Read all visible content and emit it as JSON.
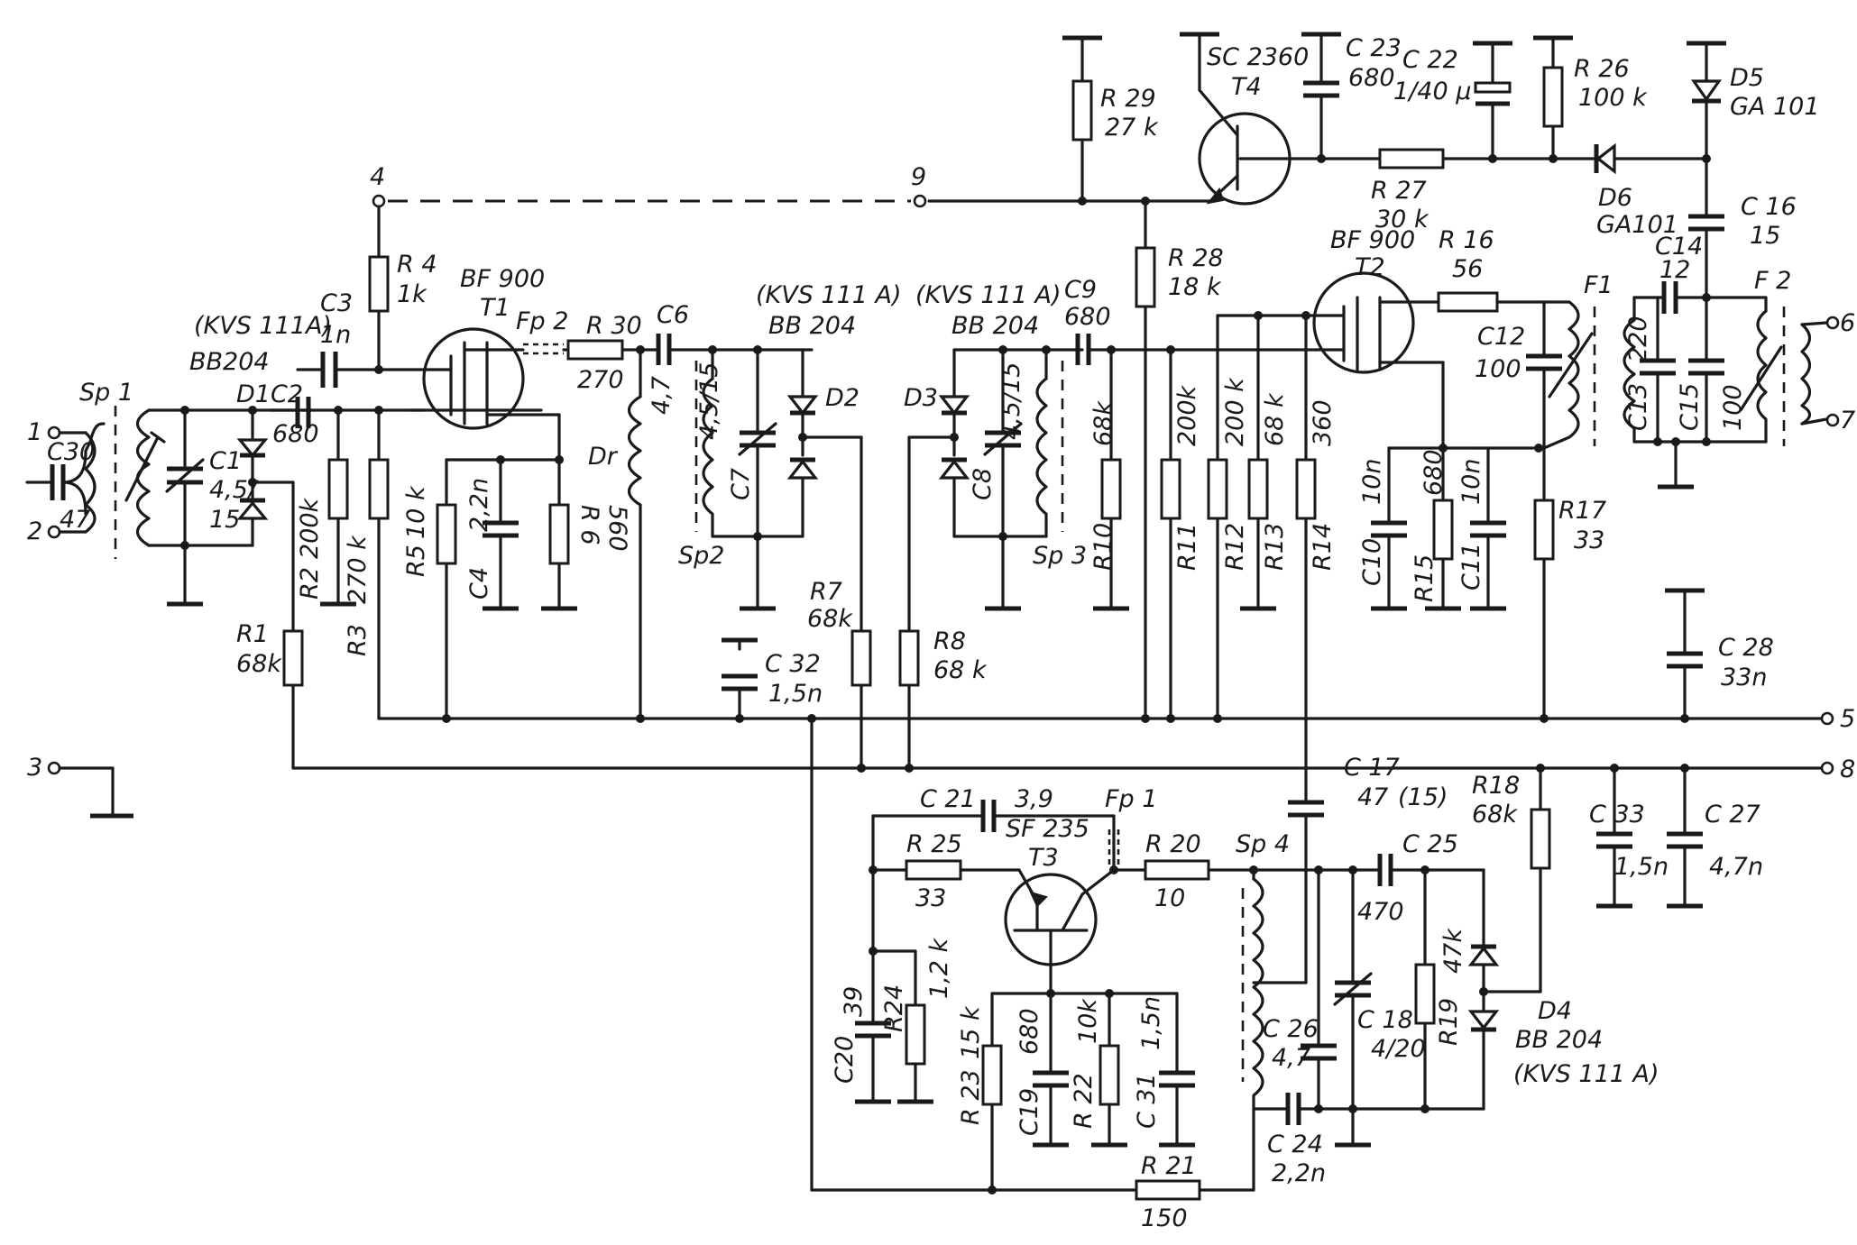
{
  "terminals": {
    "t1": "1",
    "t2": "2",
    "t3": "3",
    "t4": "4",
    "t5": "5",
    "t6": "6",
    "t7": "7",
    "t8": "8",
    "t9": "9"
  },
  "components": {
    "sp1": "Sp 1",
    "c30": "C30",
    "c30_val": "47",
    "c1": "C1",
    "c1_val": "4,5/",
    "c1_val2": "15",
    "kvs_d1": "(KVS 111A)",
    "bb204_d1": "BB204",
    "d1c2": "D1C2",
    "c2_val": "680",
    "c3": "C3",
    "c3_val": "1n",
    "r4": "R 4",
    "r4_val": "1k",
    "r1": "R1",
    "r1_val": "68k",
    "r2": "R2",
    "r2_val": "200k",
    "r3": "R3",
    "r3_val": "270 k",
    "r5": "R5",
    "r5_val": "10 k",
    "c4": "C4",
    "c4_val": "2,2n",
    "r6": "R 6",
    "r6_val": "560",
    "t1": "T1",
    "bf900_t1": "BF 900",
    "fp2": "Fp 2",
    "r30": "R 30",
    "r30_val": "270",
    "c6": "C6",
    "c6_val": "4,7",
    "dr": "Dr",
    "kvs_d2": "(KVS 111 A)",
    "bb204_d2": "BB 204",
    "d2": "D2",
    "c7": "C7",
    "c7_val": "4,5/15",
    "sp2": "Sp2",
    "c32": "C 32",
    "c32_val": "1,5n",
    "r7": "R7",
    "r7_val": "68k",
    "r8": "R8",
    "r8_val": "68 k",
    "kvs_d3": "(KVS 111 A)",
    "bb204_d3": "BB 204",
    "d3": "D3",
    "c8": "C8",
    "c8_val": "4,5/15",
    "sp3": "Sp 3",
    "c9": "C9",
    "c9_val": "680",
    "r10": "R10",
    "r10_val": "68k",
    "r29": "R 29",
    "r29_val": "27 k",
    "t4": "T4",
    "sc2360": "SC 2360",
    "c23": "C 23",
    "c23_val": "680",
    "c22": "C 22",
    "c22_val": "1/40 µ",
    "r26": "R 26",
    "r26_val": "100 k",
    "d5": "D5",
    "d5_val": "GA 101",
    "r27": "R 27",
    "r27_val": "30 k",
    "d6": "D6",
    "d6_val": "GA101",
    "c16": "C 16",
    "c16_val": "15",
    "r28": "R 28",
    "r28_val": "18 k",
    "t2": "T2",
    "bf900_t2": "BF 900",
    "r16": "R 16",
    "r16_val": "56",
    "c14": "C14",
    "c14_val": "12",
    "f1": "F1",
    "f2": "F 2",
    "c12": "C12",
    "c12_val": "100",
    "c13": "C13",
    "c13_val": "220",
    "c15": "C15",
    "c15_val": "100",
    "r11": "R11",
    "r11_val": "200k",
    "r12": "R12",
    "r12_val": "200 k",
    "r13": "R13",
    "r13_val": "68 k",
    "r14": "R14",
    "r14_val": "360",
    "c10": "C10",
    "c10_val": "10n",
    "r15": "R15",
    "r15_val": "680",
    "c11": "C11",
    "c11_val": "10n",
    "r17": "R17",
    "r17_val": "33",
    "c28": "C 28",
    "c28_val": "33n",
    "c21": "C 21",
    "c21_val": "3,9",
    "sf235": "SF 235",
    "t3": "T3",
    "fp1": "Fp 1",
    "r25": "R 25",
    "r25_val": "33",
    "r20": "R 20",
    "r20_val": "10",
    "sp4": "Sp 4",
    "c17": "C 17",
    "c17_val": "47",
    "c17_extra": "(15)",
    "c25": "C 25",
    "c25_val": "470",
    "r18": "R18",
    "r18_val": "68k",
    "c33": "C 33",
    "c33_val": "1,5n",
    "c27": "C 27",
    "c27_val": "4,7n",
    "c20": "C20",
    "c20_val": "39",
    "r24": "R24",
    "r24_val": "1,2 k",
    "r23": "R 23",
    "r23_val": "15 k",
    "c19": "C19",
    "c19_val": "680",
    "r22": "R 22",
    "r22_val": "10k",
    "c31": "C 31",
    "c31_val": "1,5n",
    "c26": "C 26",
    "c26_val": "4,7",
    "c18": "C 18",
    "c18_val": "4/20",
    "r19": "R19",
    "r19_val": "47k",
    "d4": "D4",
    "bb204_d4": "BB 204",
    "kvs_d4": "(KVS 111 A)",
    "c24": "C 24",
    "c24_val": "2,2n",
    "r21": "R 21",
    "r21_val": "150"
  }
}
